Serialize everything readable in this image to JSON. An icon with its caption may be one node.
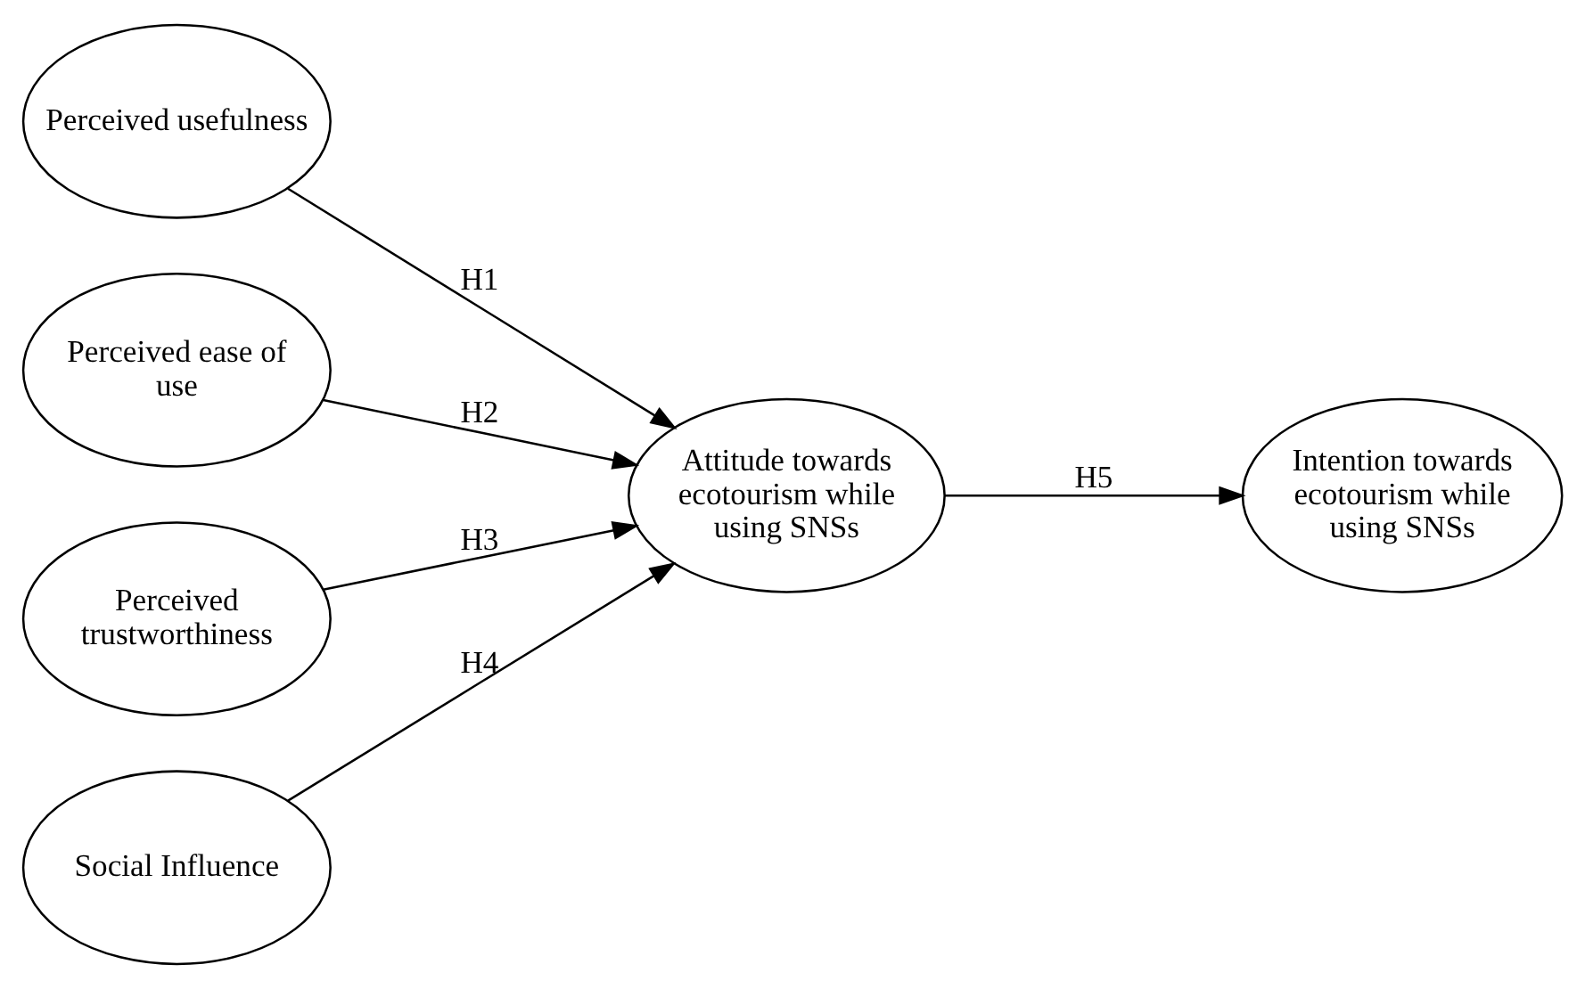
{
  "diagram": {
    "nodes": [
      {
        "text": [
          "Perceived usefulness"
        ]
      },
      {
        "text": [
          "Perceived ease of use"
        ]
      },
      {
        "text": [
          "Perceived trustworthiness"
        ]
      },
      {
        "text": [
          "Social Influence"
        ]
      },
      {
        "text": [
          "Attitude towards ecotourism while using SNSs"
        ]
      },
      {
        "text": [
          "Intention towards ecotourism while using SNSs"
        ]
      }
    ],
    "edges": [
      {
        "from": 0,
        "to": 4,
        "arrow": "to",
        "label": "H1"
      },
      {
        "from": 1,
        "to": 4,
        "arrow": "to",
        "label": "H2"
      },
      {
        "from": 2,
        "to": 4,
        "arrow": "to",
        "label": "H3"
      },
      {
        "from": 3,
        "to": 4,
        "arrow": "to",
        "label": "H4"
      },
      {
        "from": 4,
        "to": 5,
        "arrow": "to",
        "label": "H5"
      }
    ]
  }
}
